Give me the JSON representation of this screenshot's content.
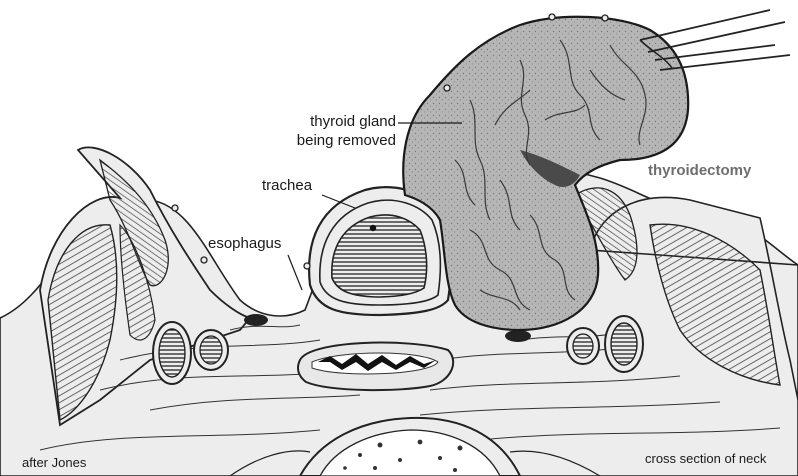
{
  "labels": {
    "thyroid_line1": "thyroid gland",
    "thyroid_line2": "being removed",
    "trachea": "trachea",
    "esophagus": "esophagus",
    "procedure": "thyroidectomy",
    "credit": "after Jones",
    "caption": "cross section of neck"
  },
  "colors": {
    "ink": "#1a1a1a",
    "gland_fill": "#b9b9b9",
    "tissue_fill": "#ececec",
    "muscle_fill": "#d8d8d8",
    "title_gray": "#6e6e6e"
  }
}
